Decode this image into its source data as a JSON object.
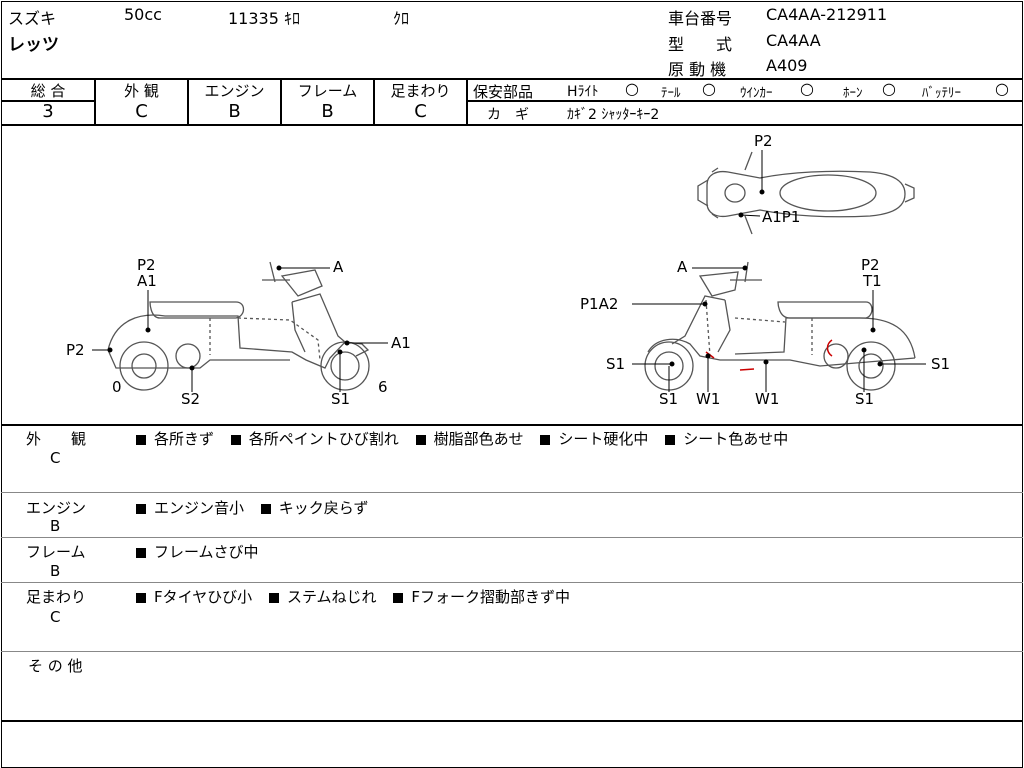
{
  "header": {
    "maker": "スズキ",
    "displacement": "50cc",
    "mileage": "11335 ｷﾛ",
    "color": "ｸﾛ",
    "model_name": "レッツ",
    "frame_label": "車台番号",
    "frame_no": "CA4AA-212911",
    "type_label": "型　　式",
    "type_value": "CA4AA",
    "engine_label": "原 動 機",
    "engine_value": "A409"
  },
  "grades": {
    "total_label": "総 合",
    "total": "3",
    "exterior_label": "外 観",
    "exterior": "C",
    "engine_label": "エンジン",
    "engine": "B",
    "frame_label": "フレーム",
    "frame": "B",
    "suspension_label": "足まわり",
    "suspension": "C"
  },
  "safety": {
    "label": "保安部品",
    "headlight": "Hﾗｲﾄ",
    "tail": "ﾃｰﾙ",
    "winker": "ｳｲﾝｶｰ",
    "horn": "ﾎｰﾝ",
    "battery": "ﾊﾞｯﾃﾘｰ",
    "key_label": "カ　ギ",
    "key_value": "ｶｷﾞ2  ｼｬｯﾀｰｷｰ2"
  },
  "diagram": {
    "top_p2": "P2",
    "top_a1p1": "A1P1",
    "left_p2a1_line1": "P2",
    "left_p2a1_line2": "A1",
    "left_a": "A",
    "left_p2": "P2",
    "left_a1": "A1",
    "left_0": "0",
    "left_6": "6",
    "left_s2": "S2",
    "left_s1": "S1",
    "right_a": "A",
    "right_p1a2": "P1A2",
    "right_p2t1_line1": "P2",
    "right_p2t1_line2": "T1",
    "right_s1_left": "S1",
    "right_s1_right": "S1",
    "right_s1_bottom_left": "S1",
    "right_w1_left": "W1",
    "right_w1_right": "W1",
    "right_s1_bottom_right": "S1"
  },
  "remarks": {
    "exterior_label": "外　　観",
    "exterior_grade": "C",
    "exterior_items": [
      "各所きず",
      "各所ペイントひび割れ",
      "樹脂部色あせ",
      "シート硬化中",
      "シート色あせ中"
    ],
    "engine_label": "エンジン",
    "engine_grade": "B",
    "engine_items": [
      "エンジン音小",
      "キック戻らず"
    ],
    "frame_label": "フレーム",
    "frame_grade": "B",
    "frame_items": [
      "フレームさび中"
    ],
    "suspension_label": "足まわり",
    "suspension_grade": "C",
    "suspension_items": [
      "Fタイヤひび小",
      "ステムねじれ",
      "Fフォーク摺動部きず中"
    ],
    "other_label": "そ の 他"
  }
}
